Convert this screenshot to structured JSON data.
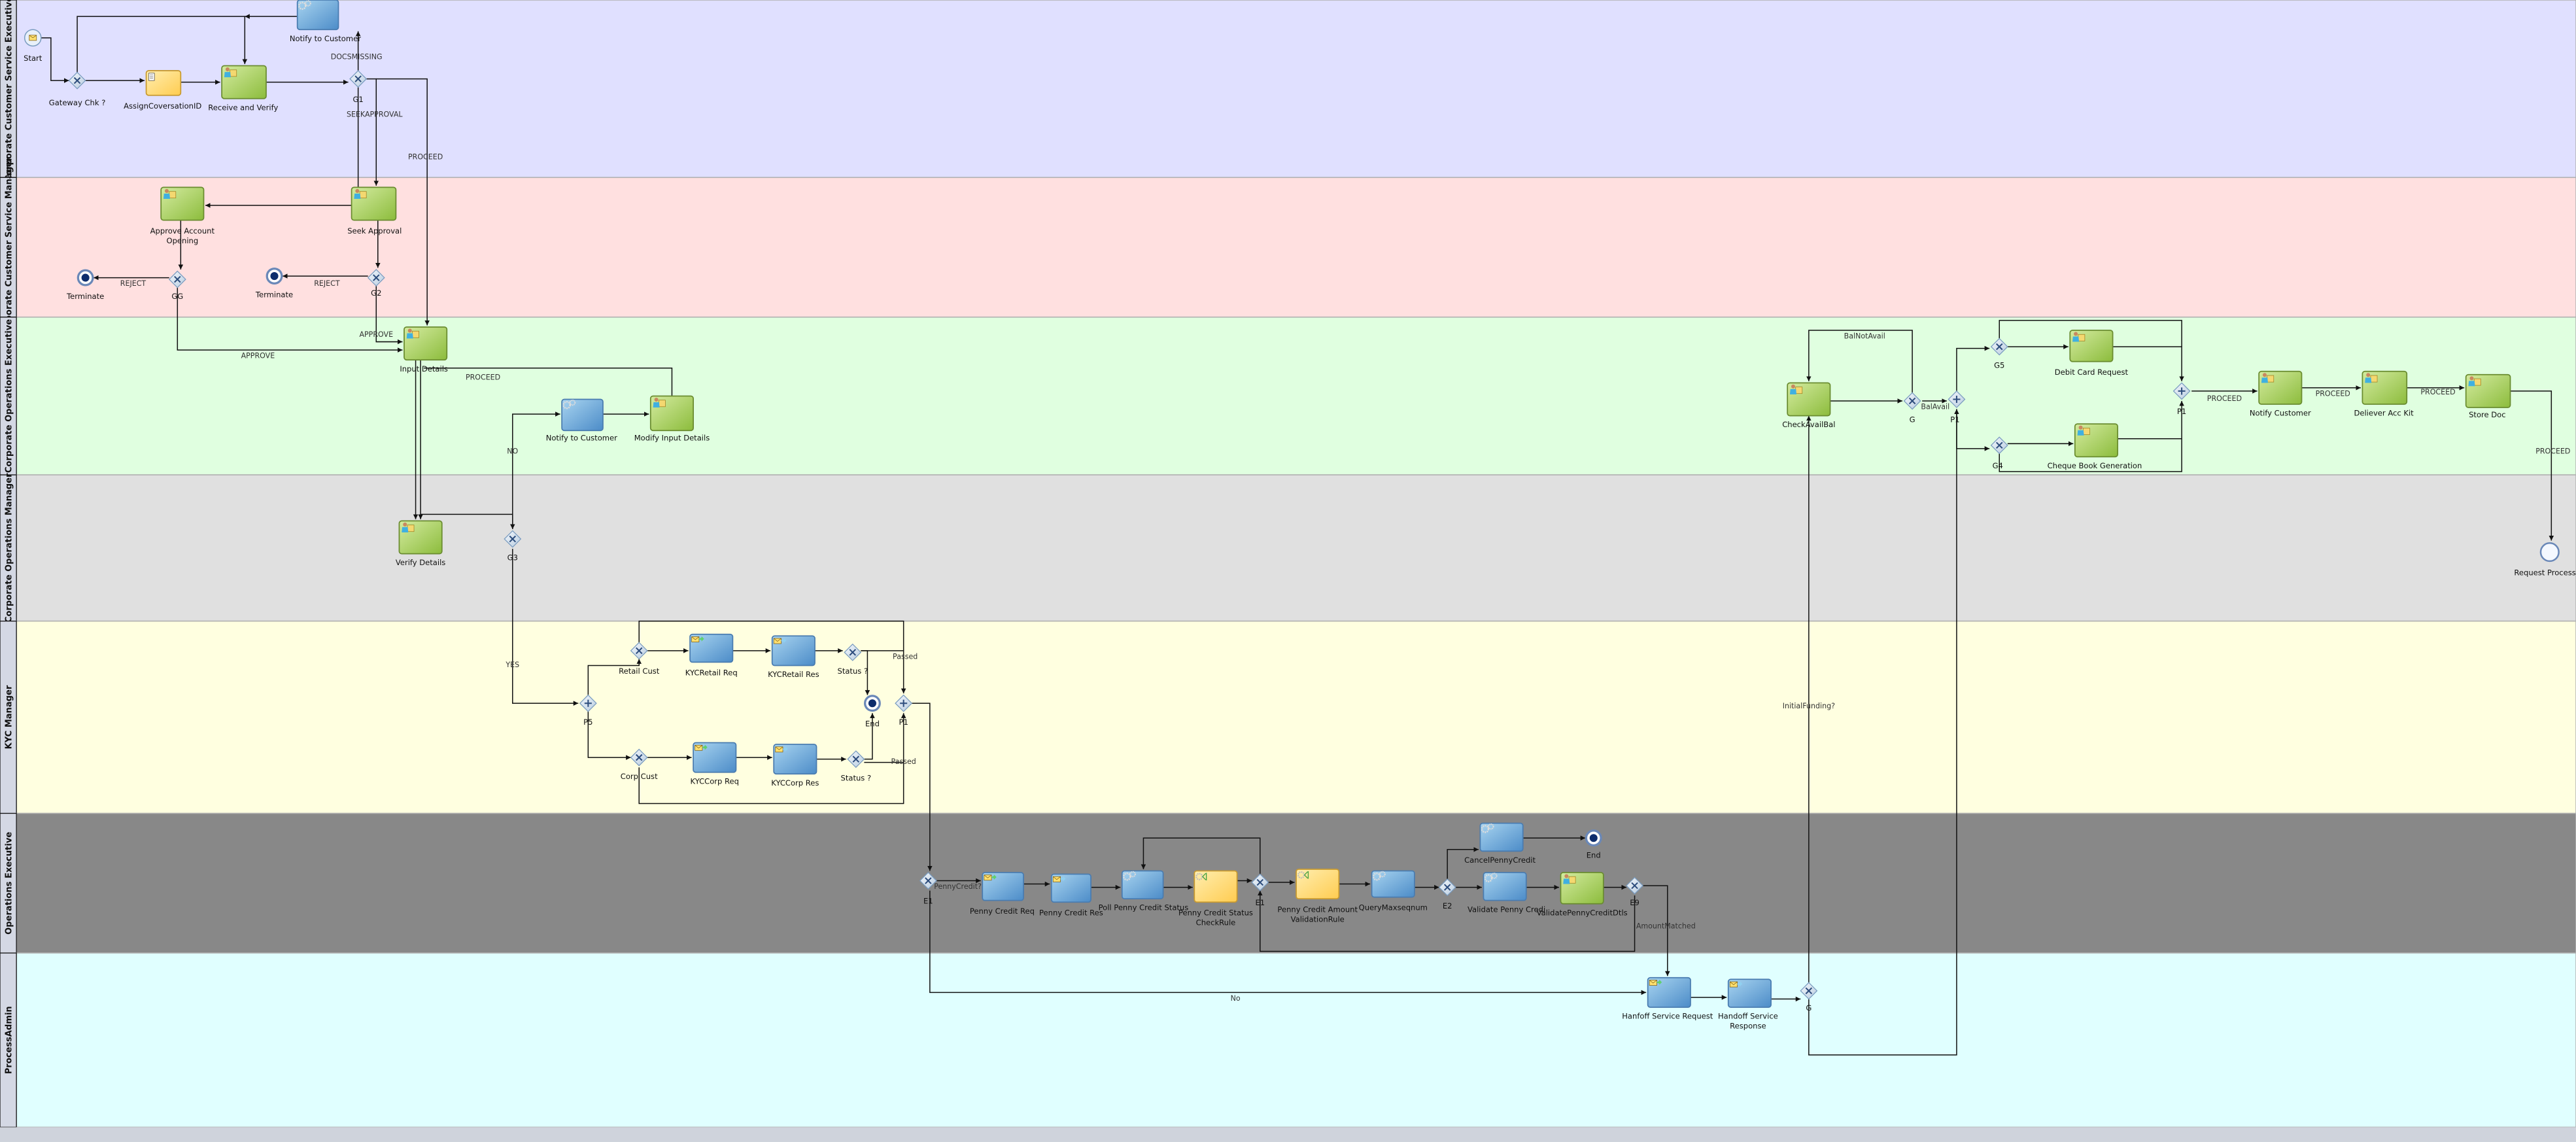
{
  "lanes": [
    {
      "name": "Corporate Customer Service Executive",
      "color": "#e0e0ff"
    },
    {
      "name": "Corporate Customer Service Manager",
      "color": "#ffe0e0"
    },
    {
      "name": "Corporate Operations Executive",
      "color": "#e0ffe0"
    },
    {
      "name": "Corporate Operations Manager",
      "color": "#e0e0e0"
    },
    {
      "name": "KYC Manager",
      "color": "#ffffe0"
    },
    {
      "name": "Operations Executive",
      "color": "#888888"
    },
    {
      "name": "ProcessAdmin",
      "color": "#e0ffff"
    }
  ],
  "nodes": {
    "start": {
      "label": "Start",
      "type": "message-start-event"
    },
    "gw_chk": {
      "label": "Gateway Chk ?",
      "type": "exclusive-gateway"
    },
    "assign": {
      "label": "AssignCoversationID",
      "type": "script-task"
    },
    "receive": {
      "label": "Receive and Verify",
      "type": "user-task"
    },
    "g1": {
      "label": "G1",
      "type": "exclusive-gateway"
    },
    "notify_top": {
      "label": "Notify to Customer",
      "type": "service-task"
    },
    "approve": {
      "label": "Approve Account",
      "label2": "Opening",
      "type": "user-task"
    },
    "seek": {
      "label": "Seek Approval",
      "type": "user-task"
    },
    "gg": {
      "label": "GG",
      "type": "exclusive-gateway"
    },
    "g2": {
      "label": "G2",
      "type": "exclusive-gateway"
    },
    "term1": {
      "label": "Terminate",
      "type": "terminate-end-event"
    },
    "term2": {
      "label": "Terminate",
      "type": "terminate-end-event"
    },
    "input": {
      "label": "Input Details",
      "type": "user-task"
    },
    "notify_mid": {
      "label": "Notify to Customer",
      "type": "service-task"
    },
    "modify": {
      "label": "Modify Input Details",
      "type": "user-task"
    },
    "verify": {
      "label": "Verify Details",
      "type": "user-task"
    },
    "g3": {
      "label": "G3",
      "type": "exclusive-gateway"
    },
    "p5": {
      "label": "P5",
      "type": "parallel-gateway"
    },
    "retail": {
      "label": "Retail Cust",
      "type": "exclusive-gateway"
    },
    "kycr_req": {
      "label": "KYCRetail Req",
      "type": "send-task"
    },
    "kycr_res": {
      "label": "KYCRetail Res",
      "type": "receive-task"
    },
    "status1": {
      "label": "Status ?",
      "type": "exclusive-gateway"
    },
    "kyc_end": {
      "label": "End",
      "type": "terminate-end-event"
    },
    "p1_kyc": {
      "label": "P1",
      "type": "parallel-gateway"
    },
    "corp": {
      "label": "Corp Cust",
      "type": "exclusive-gateway"
    },
    "kycc_req": {
      "label": "KYCCorp Req",
      "type": "send-task"
    },
    "kycc_res": {
      "label": "KYCCorp Res",
      "type": "receive-task"
    },
    "status2": {
      "label": "Status ?",
      "type": "exclusive-gateway"
    },
    "e1a": {
      "label": "E1",
      "type": "exclusive-gateway"
    },
    "pc_req": {
      "label": "Penny Credit Req",
      "type": "send-task"
    },
    "pc_res": {
      "label": "Penny Credit Res",
      "type": "receive-task"
    },
    "poll": {
      "label": "Poll Penny Credit Status",
      "type": "service-task"
    },
    "checkrule": {
      "label": "Penny Credit Status",
      "label2": "CheckRule",
      "type": "rule-task"
    },
    "e1b": {
      "label": "E1",
      "type": "exclusive-gateway"
    },
    "amount_rule": {
      "label": "Penny Credit Amount",
      "label2": "ValidationRule",
      "type": "rule-task"
    },
    "querymax": {
      "label": "QueryMaxseqnum",
      "type": "service-task"
    },
    "e2": {
      "label": "E2",
      "type": "exclusive-gateway"
    },
    "cancel": {
      "label": "CancelPennyCredit",
      "type": "service-task"
    },
    "ops_end": {
      "label": "End",
      "type": "terminate-end-event"
    },
    "validate": {
      "label": "Validate Penny Credi",
      "type": "service-task"
    },
    "vpcd": {
      "label": "ValidatePennyCreditDtls",
      "type": "user-task"
    },
    "e9": {
      "label": "E9",
      "type": "exclusive-gateway"
    },
    "hanfoff": {
      "label": "Hanfoff Service Request",
      "type": "send-task"
    },
    "handoff": {
      "label": "Handoff Service",
      "label2": "Response",
      "type": "receive-task"
    },
    "g_admin": {
      "label": "G",
      "type": "exclusive-gateway"
    },
    "checkbal": {
      "label": "CheckAvailBal",
      "type": "user-task"
    },
    "g_bal": {
      "label": "G",
      "type": "exclusive-gateway"
    },
    "p1_open": {
      "label": "P1",
      "type": "parallel-gateway"
    },
    "g5": {
      "label": "G5",
      "type": "exclusive-gateway"
    },
    "g4": {
      "label": "G4",
      "type": "exclusive-gateway"
    },
    "debit": {
      "label": "Debit Card Request",
      "type": "user-task"
    },
    "cheque": {
      "label": "Cheque Book Generation",
      "type": "user-task"
    },
    "p1_join": {
      "label": "P1",
      "type": "parallel-gateway"
    },
    "notify_cust": {
      "label": "Notify Customer",
      "type": "user-task"
    },
    "deliever": {
      "label": "Deliever Acc Kit",
      "type": "user-task"
    },
    "store": {
      "label": "Store Doc",
      "type": "user-task"
    },
    "req_processed": {
      "label": "Request Processed",
      "type": "end-event"
    }
  },
  "edge_labels": [
    "DOCSMISSING",
    "SEEKAPPROVAL",
    "PROCEED",
    "REJECT",
    "REJECT",
    "APPROVE",
    "APPROVE",
    "PROCEED",
    "NO",
    "YES",
    "Passed",
    "Passed",
    "PennyCredit?",
    "AmountMatched",
    "No",
    "InitialFunding?",
    "BalNotAvail",
    "BalAvail",
    "PROCEED",
    "PROCEED",
    "PROCEED",
    "PROCEED"
  ],
  "colors": {
    "user_task": "#a8d068",
    "service_task": "#6aa8dc",
    "script_task": "#ffd970",
    "gateway": "#dce8f4",
    "lane_header": "#d4d8e4"
  }
}
